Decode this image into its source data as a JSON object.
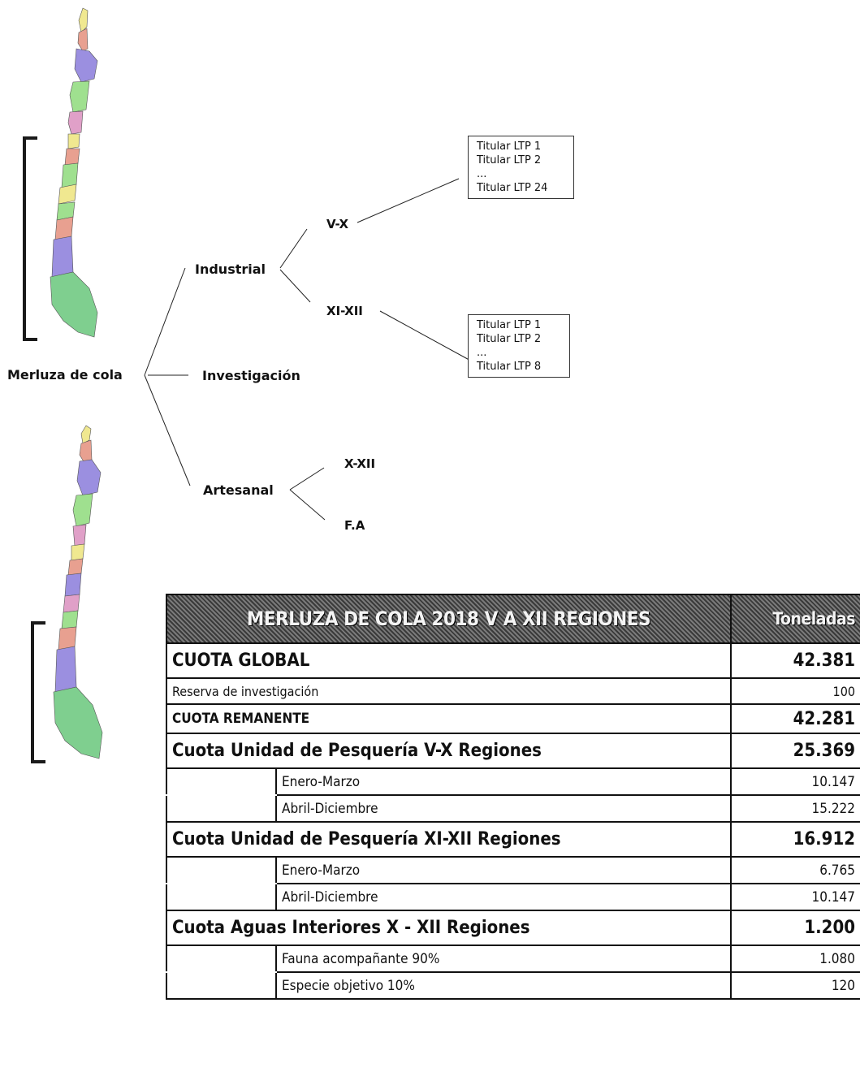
{
  "tree": {
    "root": "Merluza de cola",
    "branches": {
      "industrial": "Industrial",
      "investigacion": "Investigación",
      "artesanal": "Artesanal"
    },
    "industrial_children": {
      "vx": "V-X",
      "xixii": "XI-XII"
    },
    "artesanal_children": {
      "xxii": "X-XII",
      "fa": "F.A"
    },
    "ltp_box_1": [
      "Titular LTP 1",
      "Titular LTP 2",
      "...",
      "Titular LTP 24"
    ],
    "ltp_box_2": [
      "Titular LTP 1",
      "Titular LTP 2",
      "...",
      "Titular LTP 8"
    ]
  },
  "colors": {
    "map_purple": "#9b8fe0",
    "map_green": "#9fe08f",
    "map_pink": "#e0a0c8",
    "map_yellow": "#f0e890",
    "map_salmon": "#e8a090",
    "map_coast_green": "#7fcf8f",
    "table_header_bg": "#555555"
  },
  "table": {
    "header": {
      "title": "MERLUZA DE COLA 2018 V A XII REGIONES",
      "unit": "Toneladas"
    },
    "rows": [
      {
        "label": "CUOTA GLOBAL",
        "value": "42.381"
      },
      {
        "label": "Reserva de investigación",
        "value": "100"
      },
      {
        "label": "CUOTA REMANENTE",
        "value": "42.281"
      },
      {
        "label": "Cuota Unidad de Pesquería V-X Regiones",
        "value": "25.369"
      },
      {
        "label": "Enero-Marzo",
        "value": "10.147"
      },
      {
        "label": "Abril-Diciembre",
        "value": "15.222"
      },
      {
        "label": "Cuota Unidad de Pesquería XI-XII Regiones",
        "value": "16.912"
      },
      {
        "label": "Enero-Marzo",
        "value": "6.765"
      },
      {
        "label": "Abril-Diciembre",
        "value": "10.147"
      },
      {
        "label": "Cuota Aguas Interiores X - XII Regiones",
        "value": "1.200"
      },
      {
        "label": "Fauna acompañante 90%",
        "value": "1.080"
      },
      {
        "label": "Especie objetivo 10%",
        "value": "120"
      }
    ]
  }
}
